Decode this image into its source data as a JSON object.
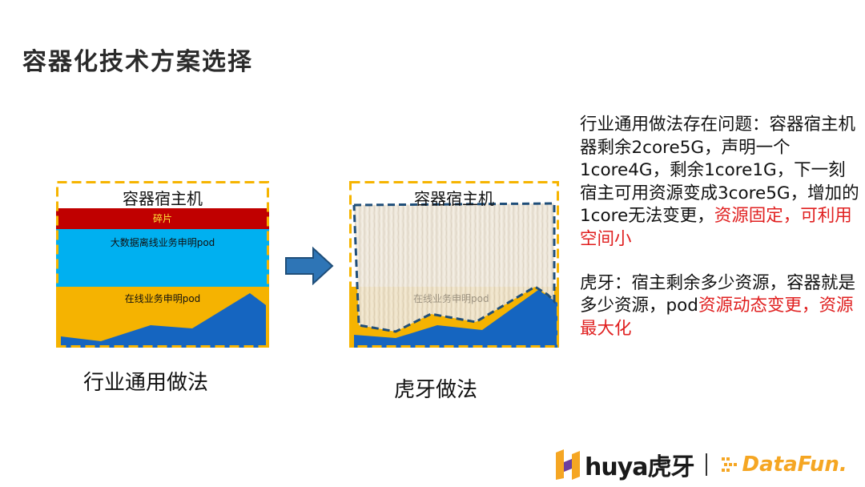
{
  "title": "容器化技术方案选择",
  "left_diagram": {
    "host_label": "容器宿主机",
    "fragment_label": "碎片",
    "offline_label": "大数据离线业务申明pod",
    "online_label": "在线业务申明pod",
    "caption": "行业通用做法"
  },
  "right_diagram": {
    "host_label": "容器宿主机",
    "overlay_label": "在线业务申明pod",
    "caption": "虎牙做法"
  },
  "notes": {
    "p1_normal": "行业通用做法存在问题：容器宿主机器剩余2core5G，声明一个1core4G，剩余1core1G，下一刻宿主可用资源变成3core5G，增加的1core无法变更，",
    "p1_red": "资源固定，可利用空间小",
    "p2_normal_a": "虎牙：宿主剩余多少资源，容器就是多少资源，pod",
    "p2_red": "资源动态变更，资源最大化"
  },
  "footer": {
    "huya_brand": "huya虎牙",
    "datafun_brand": "DataFun."
  },
  "colors": {
    "orange": "#f5b301",
    "dark_red": "#c00000",
    "cyan": "#00b0f0",
    "blue": "#1565c0",
    "dash_orange": "#f6b400",
    "dash_navy": "#1f4e79",
    "red_text": "#e02020"
  }
}
